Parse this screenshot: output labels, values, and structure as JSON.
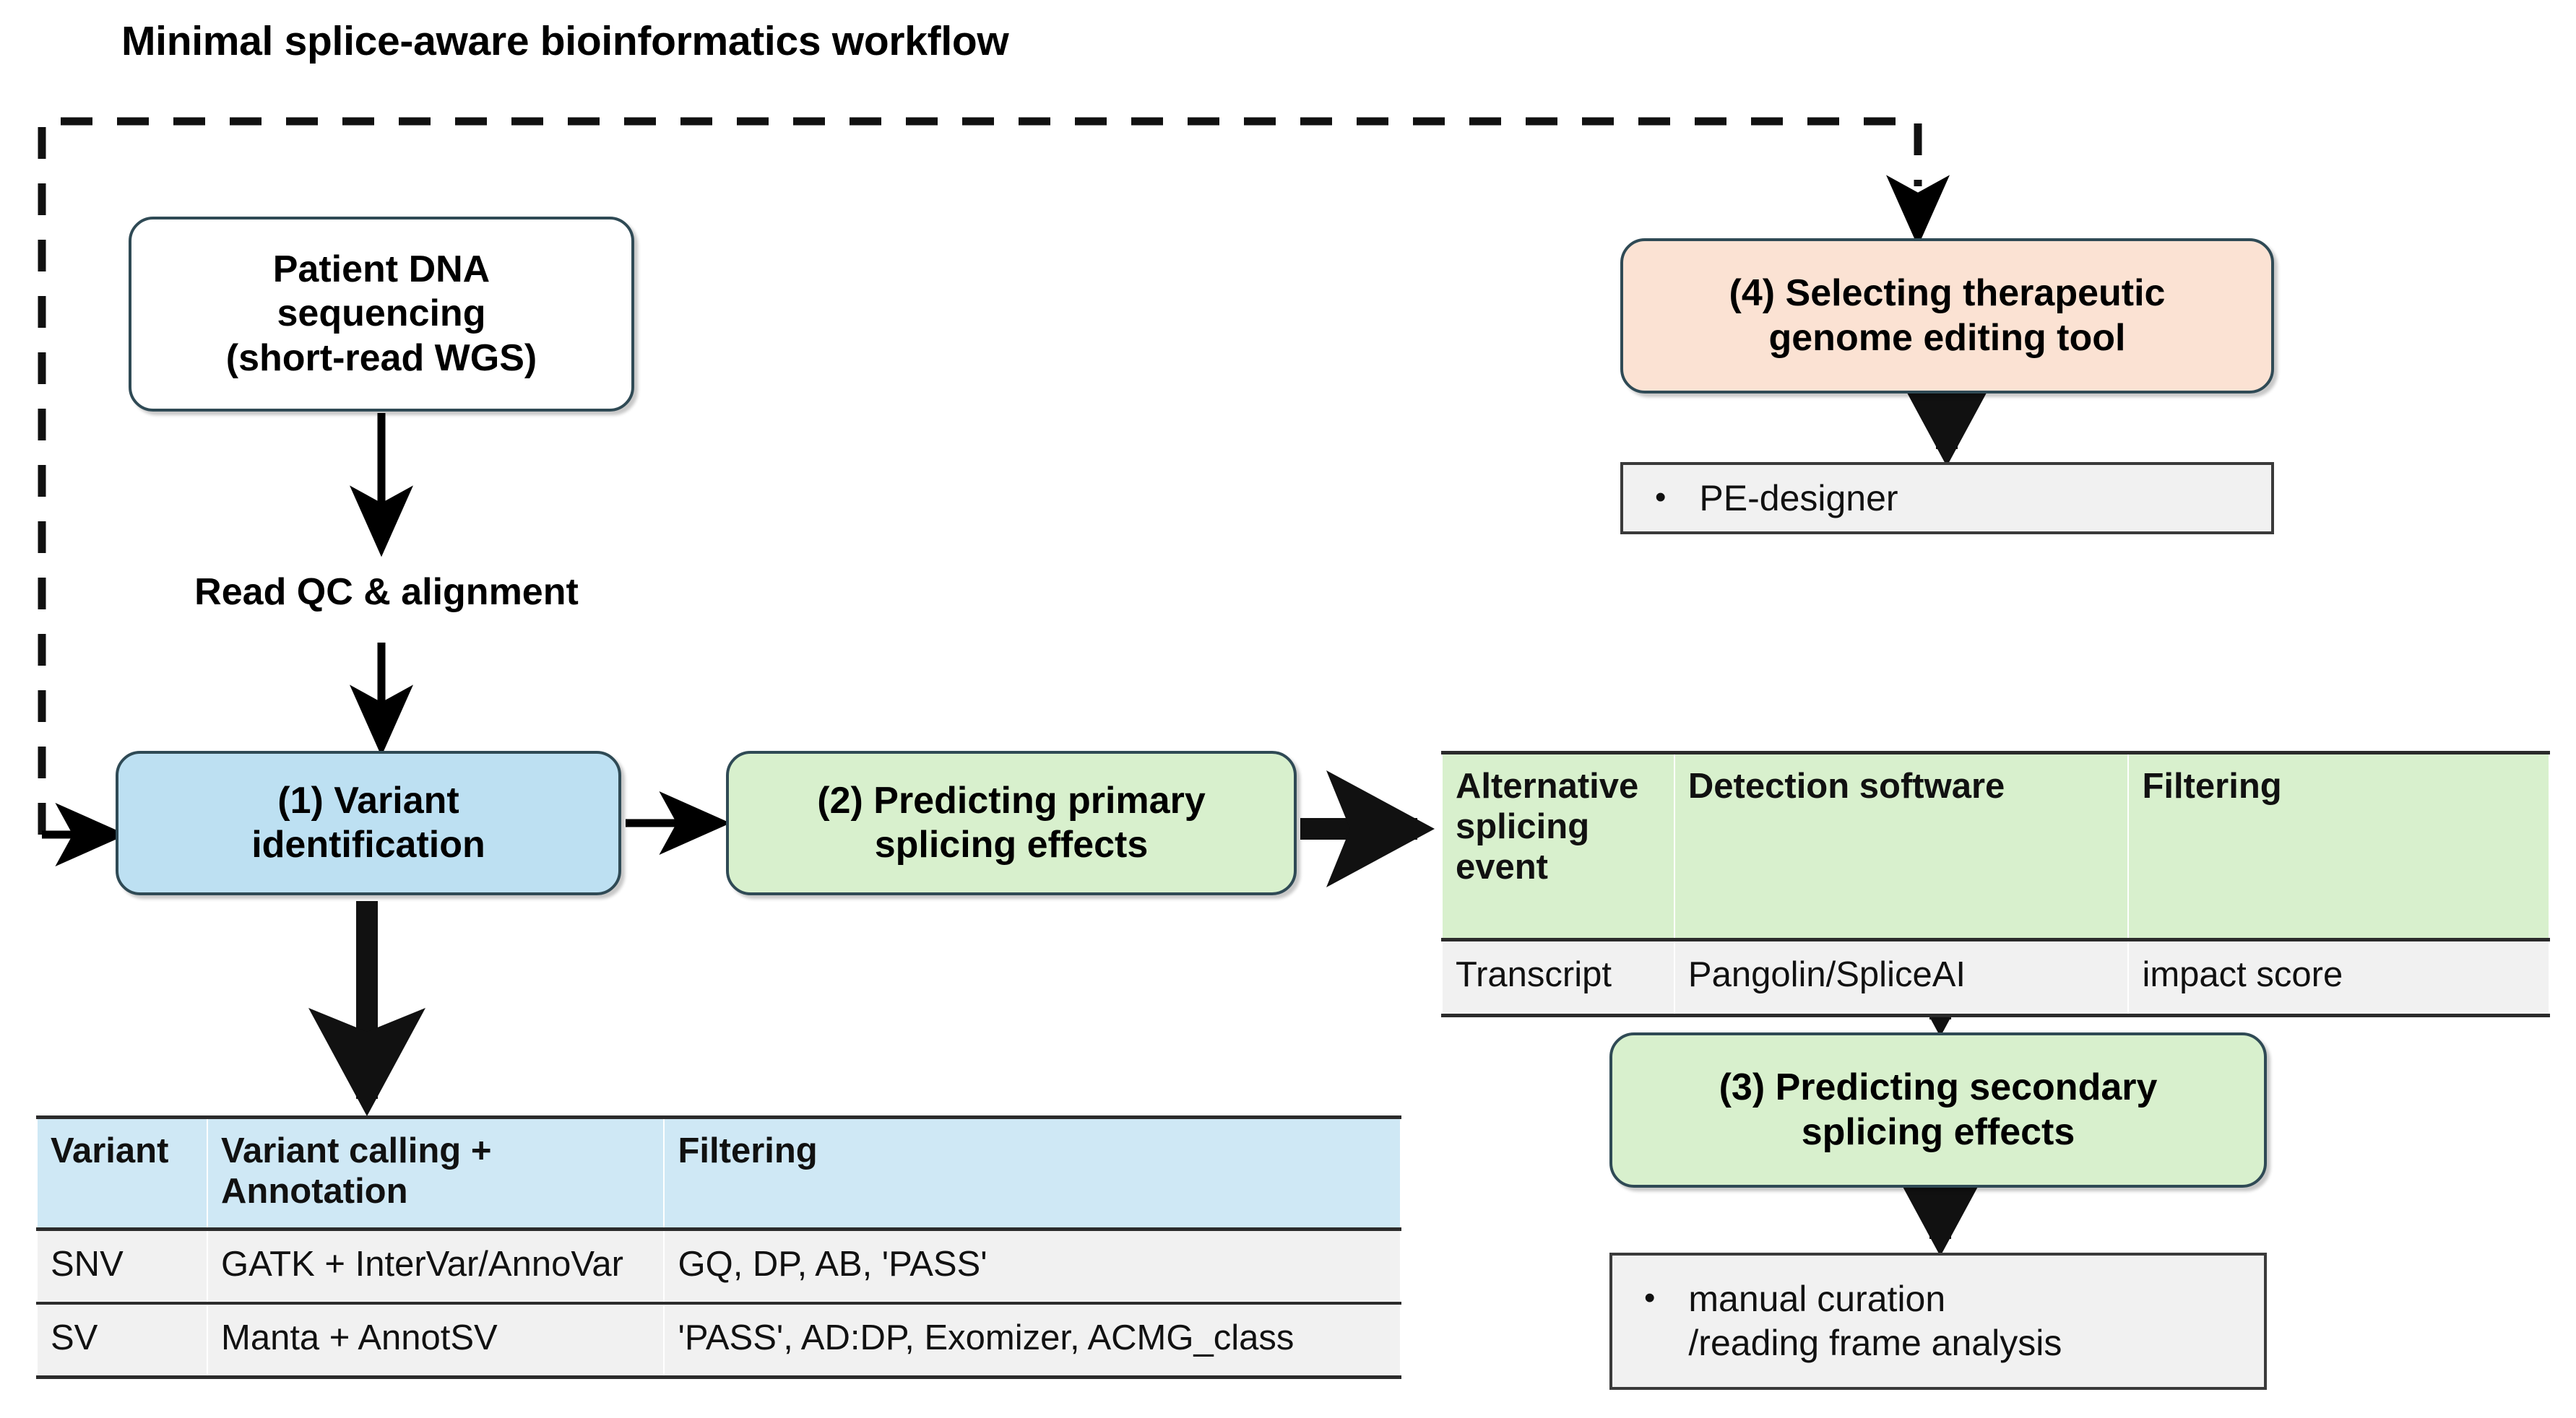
{
  "title": "Minimal splice-aware bioinformatics workflow",
  "colors": {
    "blue_fill": "#bde0f2",
    "green_fill": "#d8f0cd",
    "orange_fill": "#fbe2d3",
    "white_fill": "#ffffff",
    "table_header_blue": "#cfe8f5",
    "table_body_grey": "#f1f1f1",
    "node_border": "#2f4a55",
    "edge_black": "#000000"
  },
  "nodes": {
    "patient_dna": "Patient DNA\nsequencing\n(short-read WGS)",
    "read_qc_label": "Read QC & alignment",
    "variant_identification": "(1) Variant\nidentification",
    "primary_splicing": "(2) Predicting primary\nsplicing effects",
    "secondary_splicing": "(3) Predicting secondary\nsplicing effects",
    "editing_tool": "(4) Selecting therapeutic\ngenome editing tool"
  },
  "lists": {
    "pe_designer": {
      "bullet": "•",
      "text": "PE-designer"
    },
    "manual_curation": {
      "bullet": "•",
      "text": "manual curation\n/reading frame analysis"
    }
  },
  "variant_table": {
    "headers": [
      "Variant",
      "Variant calling + Annotation",
      "Filtering"
    ],
    "rows": [
      [
        "SNV",
        "GATK + InterVar/AnnoVar",
        "GQ, DP, AB, 'PASS'"
      ],
      [
        "SV",
        "Manta + AnnotSV",
        "'PASS', AD:DP, Exomizer, ACMG_class"
      ]
    ]
  },
  "splicing_table": {
    "headers": [
      "Alternative\nsplicing event",
      "Detection software",
      "Filtering"
    ],
    "rows": [
      [
        "Transcript",
        "Pangolin/SpliceAI",
        "impact score"
      ]
    ]
  },
  "edges": {
    "feedback_loop": "dashed feedback from (1) Variant identification up and across to (4) Selecting therapeutic genome editing tool",
    "dna_to_qc": "solid arrow",
    "qc_to_variant": "solid arrow",
    "variant_to_primary": "solid arrow",
    "variant_to_table": "thick arrow",
    "primary_to_table": "thick arrow",
    "table_to_secondary": "thick arrow",
    "secondary_to_curation": "thick arrow",
    "editing_tool_to_pe": "thick arrow"
  }
}
